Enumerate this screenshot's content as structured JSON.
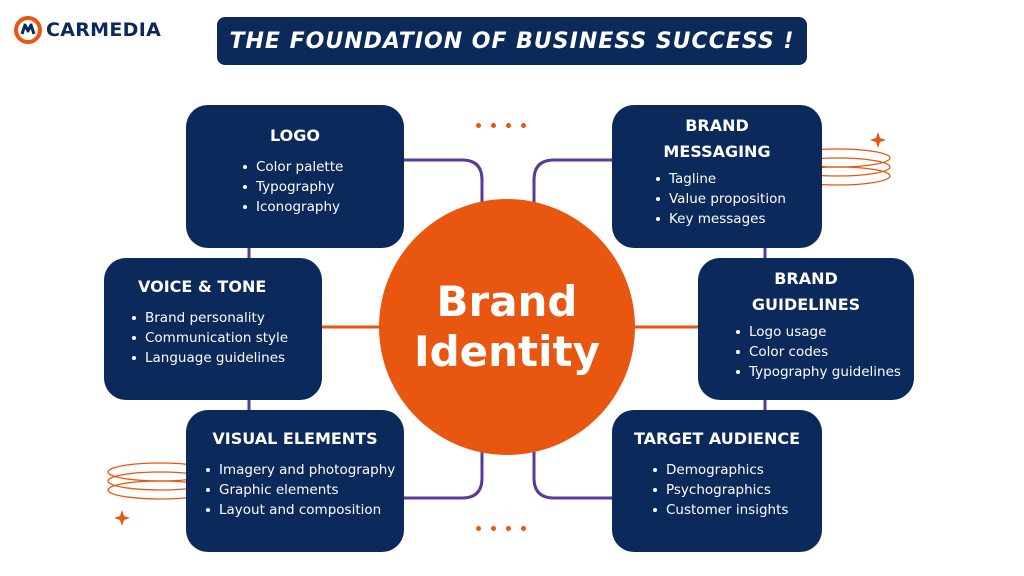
{
  "brand": {
    "name": "CARMEDIA",
    "colors": {
      "navy": "#0b2a5b",
      "orange": "#e8560f",
      "purple": "#5b3a96"
    }
  },
  "title": "THE FOUNDATION OF BUSINESS SUCCESS !",
  "center": {
    "line1": "Brand",
    "line2": "Identity"
  },
  "cards": {
    "logo": {
      "title": "LOGO",
      "items": [
        "Color palette",
        "Typography",
        "Iconography"
      ]
    },
    "voice": {
      "title": "VOICE & TONE",
      "items": [
        "Brand personality",
        "Communication style",
        "Language guidelines"
      ]
    },
    "visual": {
      "title": "VISUAL ELEMENTS",
      "items": [
        "Imagery and photography",
        "Graphic elements",
        "Layout and composition"
      ]
    },
    "messaging": {
      "title_line1": "BRAND",
      "title_line2": "MESSAGING",
      "items": [
        "Tagline",
        "Value proposition",
        "Key messages"
      ]
    },
    "guidelines": {
      "title_line1": "BRAND",
      "title_line2": "GUIDELINES",
      "items": [
        "Logo usage",
        "Color codes",
        "Typography guidelines"
      ]
    },
    "audience": {
      "title": "TARGET AUDIENCE",
      "items": [
        "Demographics",
        "Psychographics",
        "Customer insights"
      ]
    }
  },
  "decorations": {
    "dot_icon": "orange-dots",
    "sparkle_icon": "sparkle-star",
    "rings_icon": "orbit-rings"
  }
}
